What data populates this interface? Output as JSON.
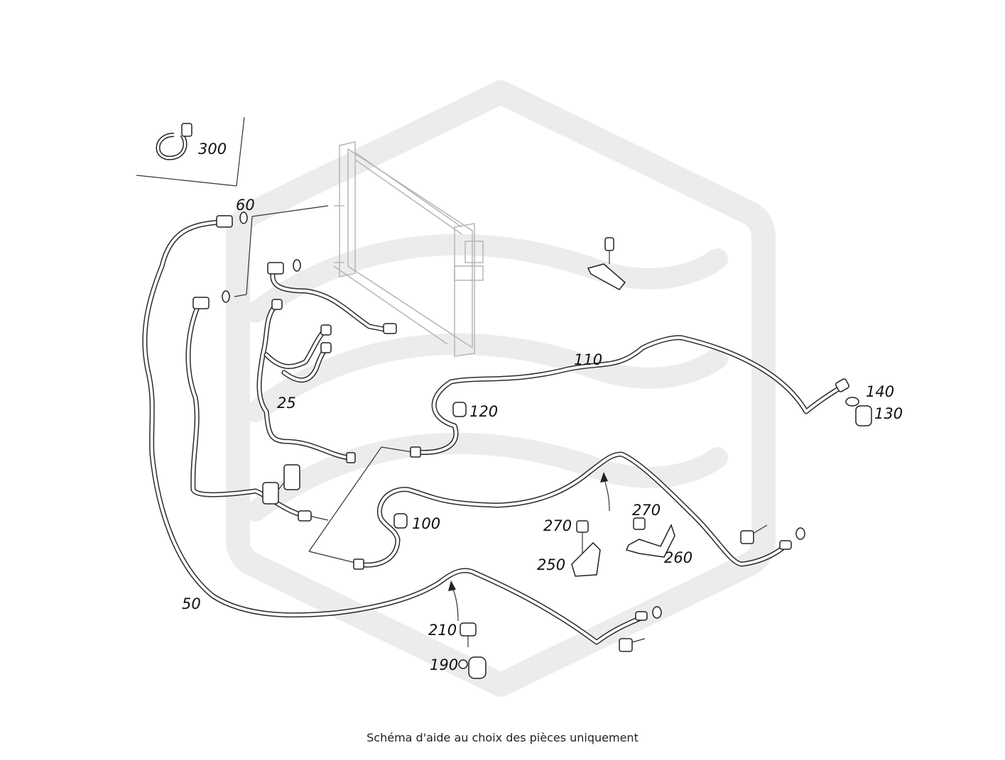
{
  "caption": "Schéma d'aide au choix des pièces uniquement",
  "colors": {
    "background": "#ffffff",
    "watermark": "#ececec",
    "line": "#2b2b2b",
    "radiator": "#b5b5b5"
  },
  "labels": {
    "p300": "300",
    "p60": "60",
    "p25": "25",
    "p110": "110",
    "p120": "120",
    "p140": "140",
    "p130": "130",
    "p100": "100",
    "p270a": "270",
    "p270b": "270",
    "p250": "250",
    "p260": "260",
    "p50": "50",
    "p210": "210",
    "p190": "190"
  }
}
